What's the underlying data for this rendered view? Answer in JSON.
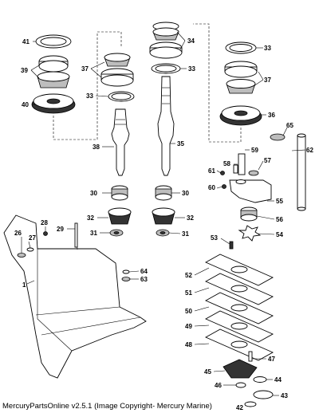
{
  "caption": "MercuryPartsOnline v2.5.1 (Image Copyright- Mercury Marine)",
  "callouts": {
    "c41": "41",
    "c39": "39",
    "c40": "40",
    "c37a": "37",
    "c33a": "33",
    "c38": "38",
    "c34": "34",
    "c33b": "33",
    "c35": "35",
    "c33c": "33",
    "c37b": "37",
    "c36": "36",
    "c65": "65",
    "c62": "62",
    "c59": "59",
    "c58": "58",
    "c57": "57",
    "c61": "61",
    "c60": "60",
    "c55": "55",
    "c56": "56",
    "c54": "54",
    "c53": "53",
    "c30a": "30",
    "c30b": "30",
    "c32a": "32",
    "c32b": "32",
    "c31a": "31",
    "c31b": "31",
    "c28": "28",
    "c29": "29",
    "c26": "26",
    "c27": "27",
    "c1": "1",
    "c64": "64",
    "c63": "63",
    "c52": "52",
    "c51": "51",
    "c50": "50",
    "c49": "49",
    "c48": "48",
    "c47": "47",
    "c45": "45",
    "c44": "44",
    "c46": "46",
    "c43": "43",
    "c42": "42"
  }
}
